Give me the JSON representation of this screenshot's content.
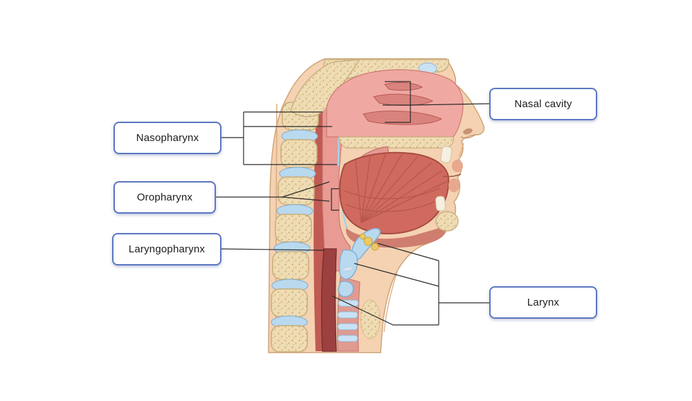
{
  "labels": [
    {
      "id": "nasal-cavity",
      "text": "Nasal cavity"
    },
    {
      "id": "nasopharynx",
      "text": "Nasopharynx"
    },
    {
      "id": "oropharynx",
      "text": "Oropharynx"
    },
    {
      "id": "laryngopharynx",
      "text": "Laryngopharynx"
    },
    {
      "id": "larynx",
      "text": "Larynx"
    }
  ],
  "colors": {
    "label_border": "#5b76c2",
    "label_background": "#ffffff",
    "label_text": "#1b1b1b",
    "leader_line": "#2b2b2b",
    "skin": "#f4d2b2",
    "bone": "#eedcb4",
    "mucosa_pink": "#e89a93",
    "muscle_red": "#d06a5e",
    "cartilage_blue": "#b9d9ef",
    "esophagus_maroon": "#9c4140",
    "fat_yellow": "#ecc963"
  }
}
